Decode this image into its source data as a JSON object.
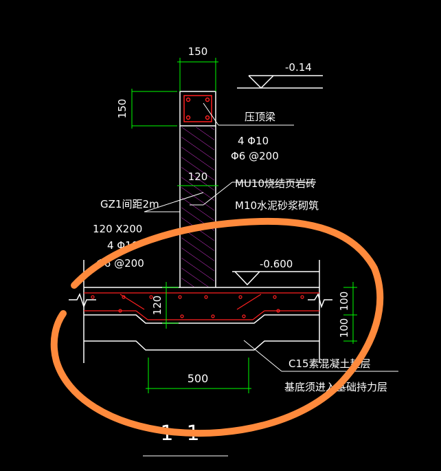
{
  "colors": {
    "background": "#000000",
    "line": "#ffffff",
    "dimension": "#00ff00",
    "rebar": "#ff2020",
    "hatch": "#cc33cc",
    "markup": "#ff8a3c"
  },
  "dimensions": {
    "column_width": "150",
    "beam_height": "150",
    "wall_thickness": "120",
    "footing_rebar_depth": "120",
    "footing_upper": "100",
    "footing_lower": "100",
    "cushion_width": "500"
  },
  "elevations": {
    "top": "-0.14",
    "ground": "-0.600"
  },
  "labels": {
    "ring_beam": "压顶梁",
    "ring_beam_main_bars": "4 Φ10",
    "ring_beam_stirrups": "Φ6 @200",
    "brick": "MU10烧结页岩砖",
    "mortar": "M10水泥砂浆砌筑",
    "gz_spacing": "GZ1间距2m",
    "gz_size": "120 X200",
    "gz_main_bars": "4 Φ10",
    "gz_stirrups": "Φ6 @200",
    "cushion": "C15素混凝土垫层",
    "bearing_layer": "基底须进入基础持力层",
    "section_mark": "1  1"
  }
}
